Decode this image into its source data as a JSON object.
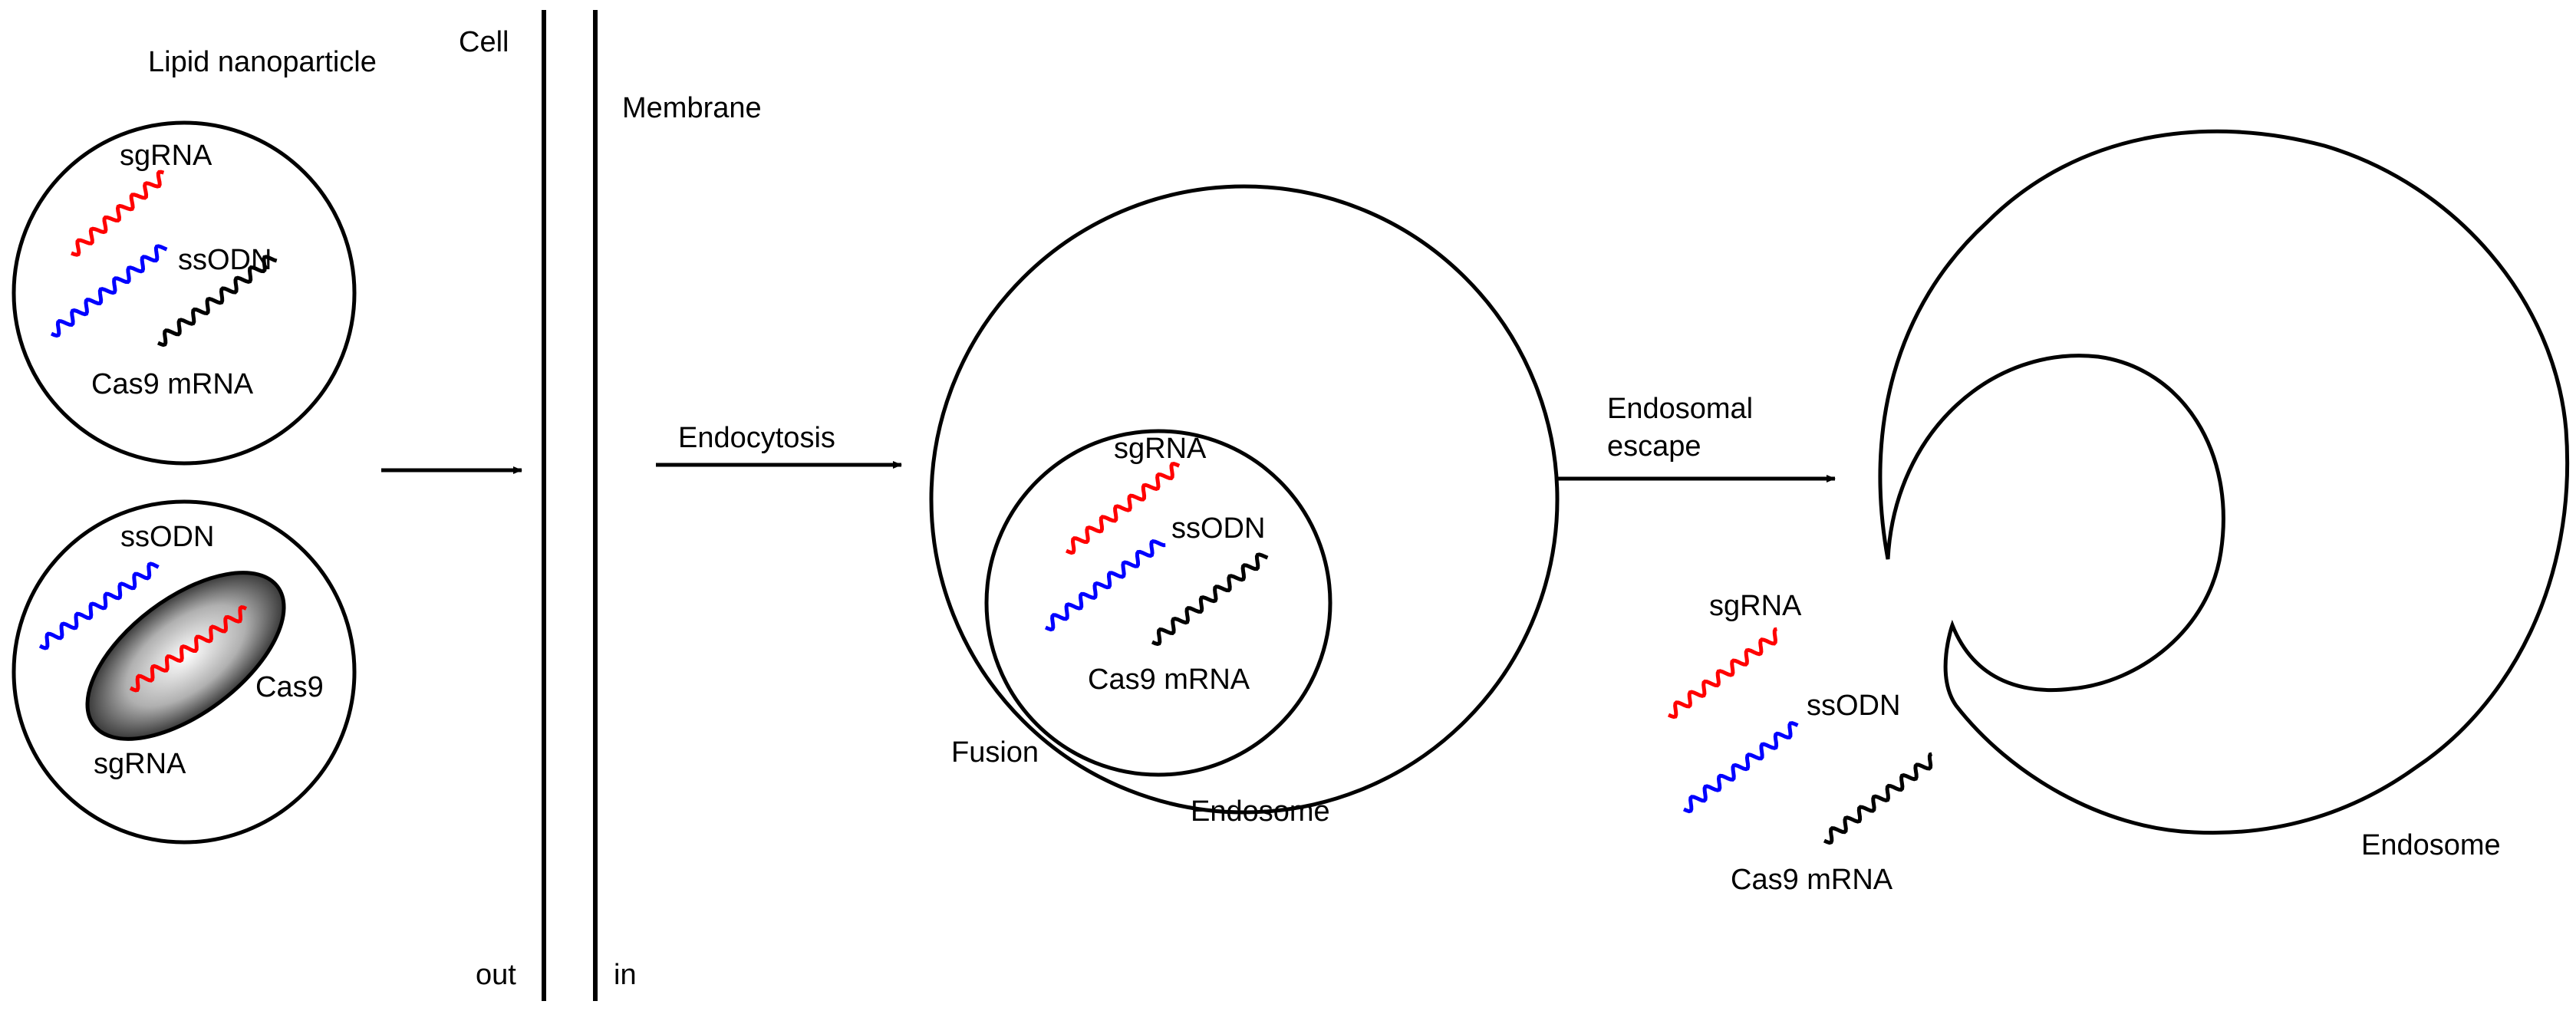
{
  "labels": {
    "lipid_nanoparticle": "Lipid nanoparticle",
    "cell": "Cell",
    "membrane": "Membrane",
    "out": "out",
    "in": "in",
    "endocytosis": "Endocytosis",
    "endosomal_escape_line1": "Endosomal",
    "endosomal_escape_line2": "escape",
    "fusion": "Fusion",
    "endosome_1": "Endosome",
    "endosome_2": "Endosome"
  },
  "lnp1": {
    "sgrna": "sgRNA",
    "ssodn": "ssODN",
    "cas9_mrna": "Cas9 mRNA"
  },
  "lnp2": {
    "ssodn": "ssODN",
    "cas9": "Cas9",
    "sgrna": "sgRNA"
  },
  "inner_vesicle": {
    "sgrna": "sgRNA",
    "ssodn": "ssODN",
    "cas9_mrna": "Cas9 mRNA"
  },
  "released": {
    "sgrna": "sgRNA",
    "ssodn": "ssODN",
    "cas9_mrna": "Cas9 mRNA"
  },
  "colors": {
    "sgrna": "#ff0000",
    "ssodn": "#0000ff",
    "cas9_mrna": "#000000",
    "outline": "#000000"
  }
}
